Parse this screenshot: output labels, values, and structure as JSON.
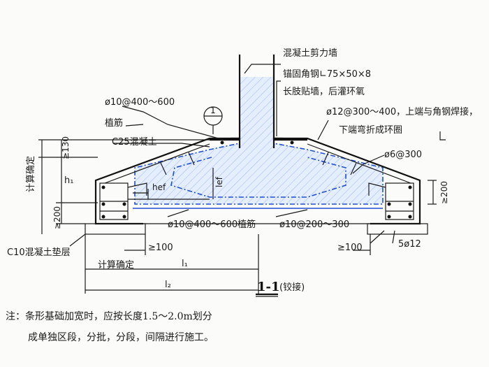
{
  "labels": {
    "shear_wall": "混凝土剪力墙",
    "anchor_angle_1": "锚固角钢∟75×50×8",
    "anchor_angle_2": "长肢贴墙，后灌环氧",
    "rebar_top_1": "ø10@400～600",
    "rebar_top_2": "植筋",
    "rebar_hoop_1": "ø12@300～400，上端与角钢焊接，",
    "rebar_hoop_2": "下端弯折成环圈",
    "c25": "C25混凝土",
    "stirrup_right": "ø6@300",
    "calc_left": "计算确定",
    "dim_130": "≥130",
    "h1": "h₁",
    "hef": "hef",
    "lef": "lef",
    "dim_200_left": "≥200",
    "dim_200_right": "≥200",
    "rebar_bottom_left": "ø10@400～600植筋",
    "rebar_bottom_right": "ø10@200～300",
    "c10": "C10混凝土垫层",
    "dim_100_left": "≥100",
    "dim_100_right": "≥100",
    "bars_5": "5ø12",
    "calc_bottom": "计算确定",
    "l1": "l₁",
    "l2": "l₂",
    "callout_num": "1",
    "section_title": "1-1",
    "section_sub": "(铰接)"
  },
  "notes": {
    "line1": "注：条形基础加宽时，应按长度1.5～2.0m划分",
    "line2": "成单独区段，分批，分段，间隔进行施工。"
  },
  "colors": {
    "ink": "#1a1a1a",
    "blue": "#1f4fd1",
    "hatch": "#d7e4ff"
  }
}
